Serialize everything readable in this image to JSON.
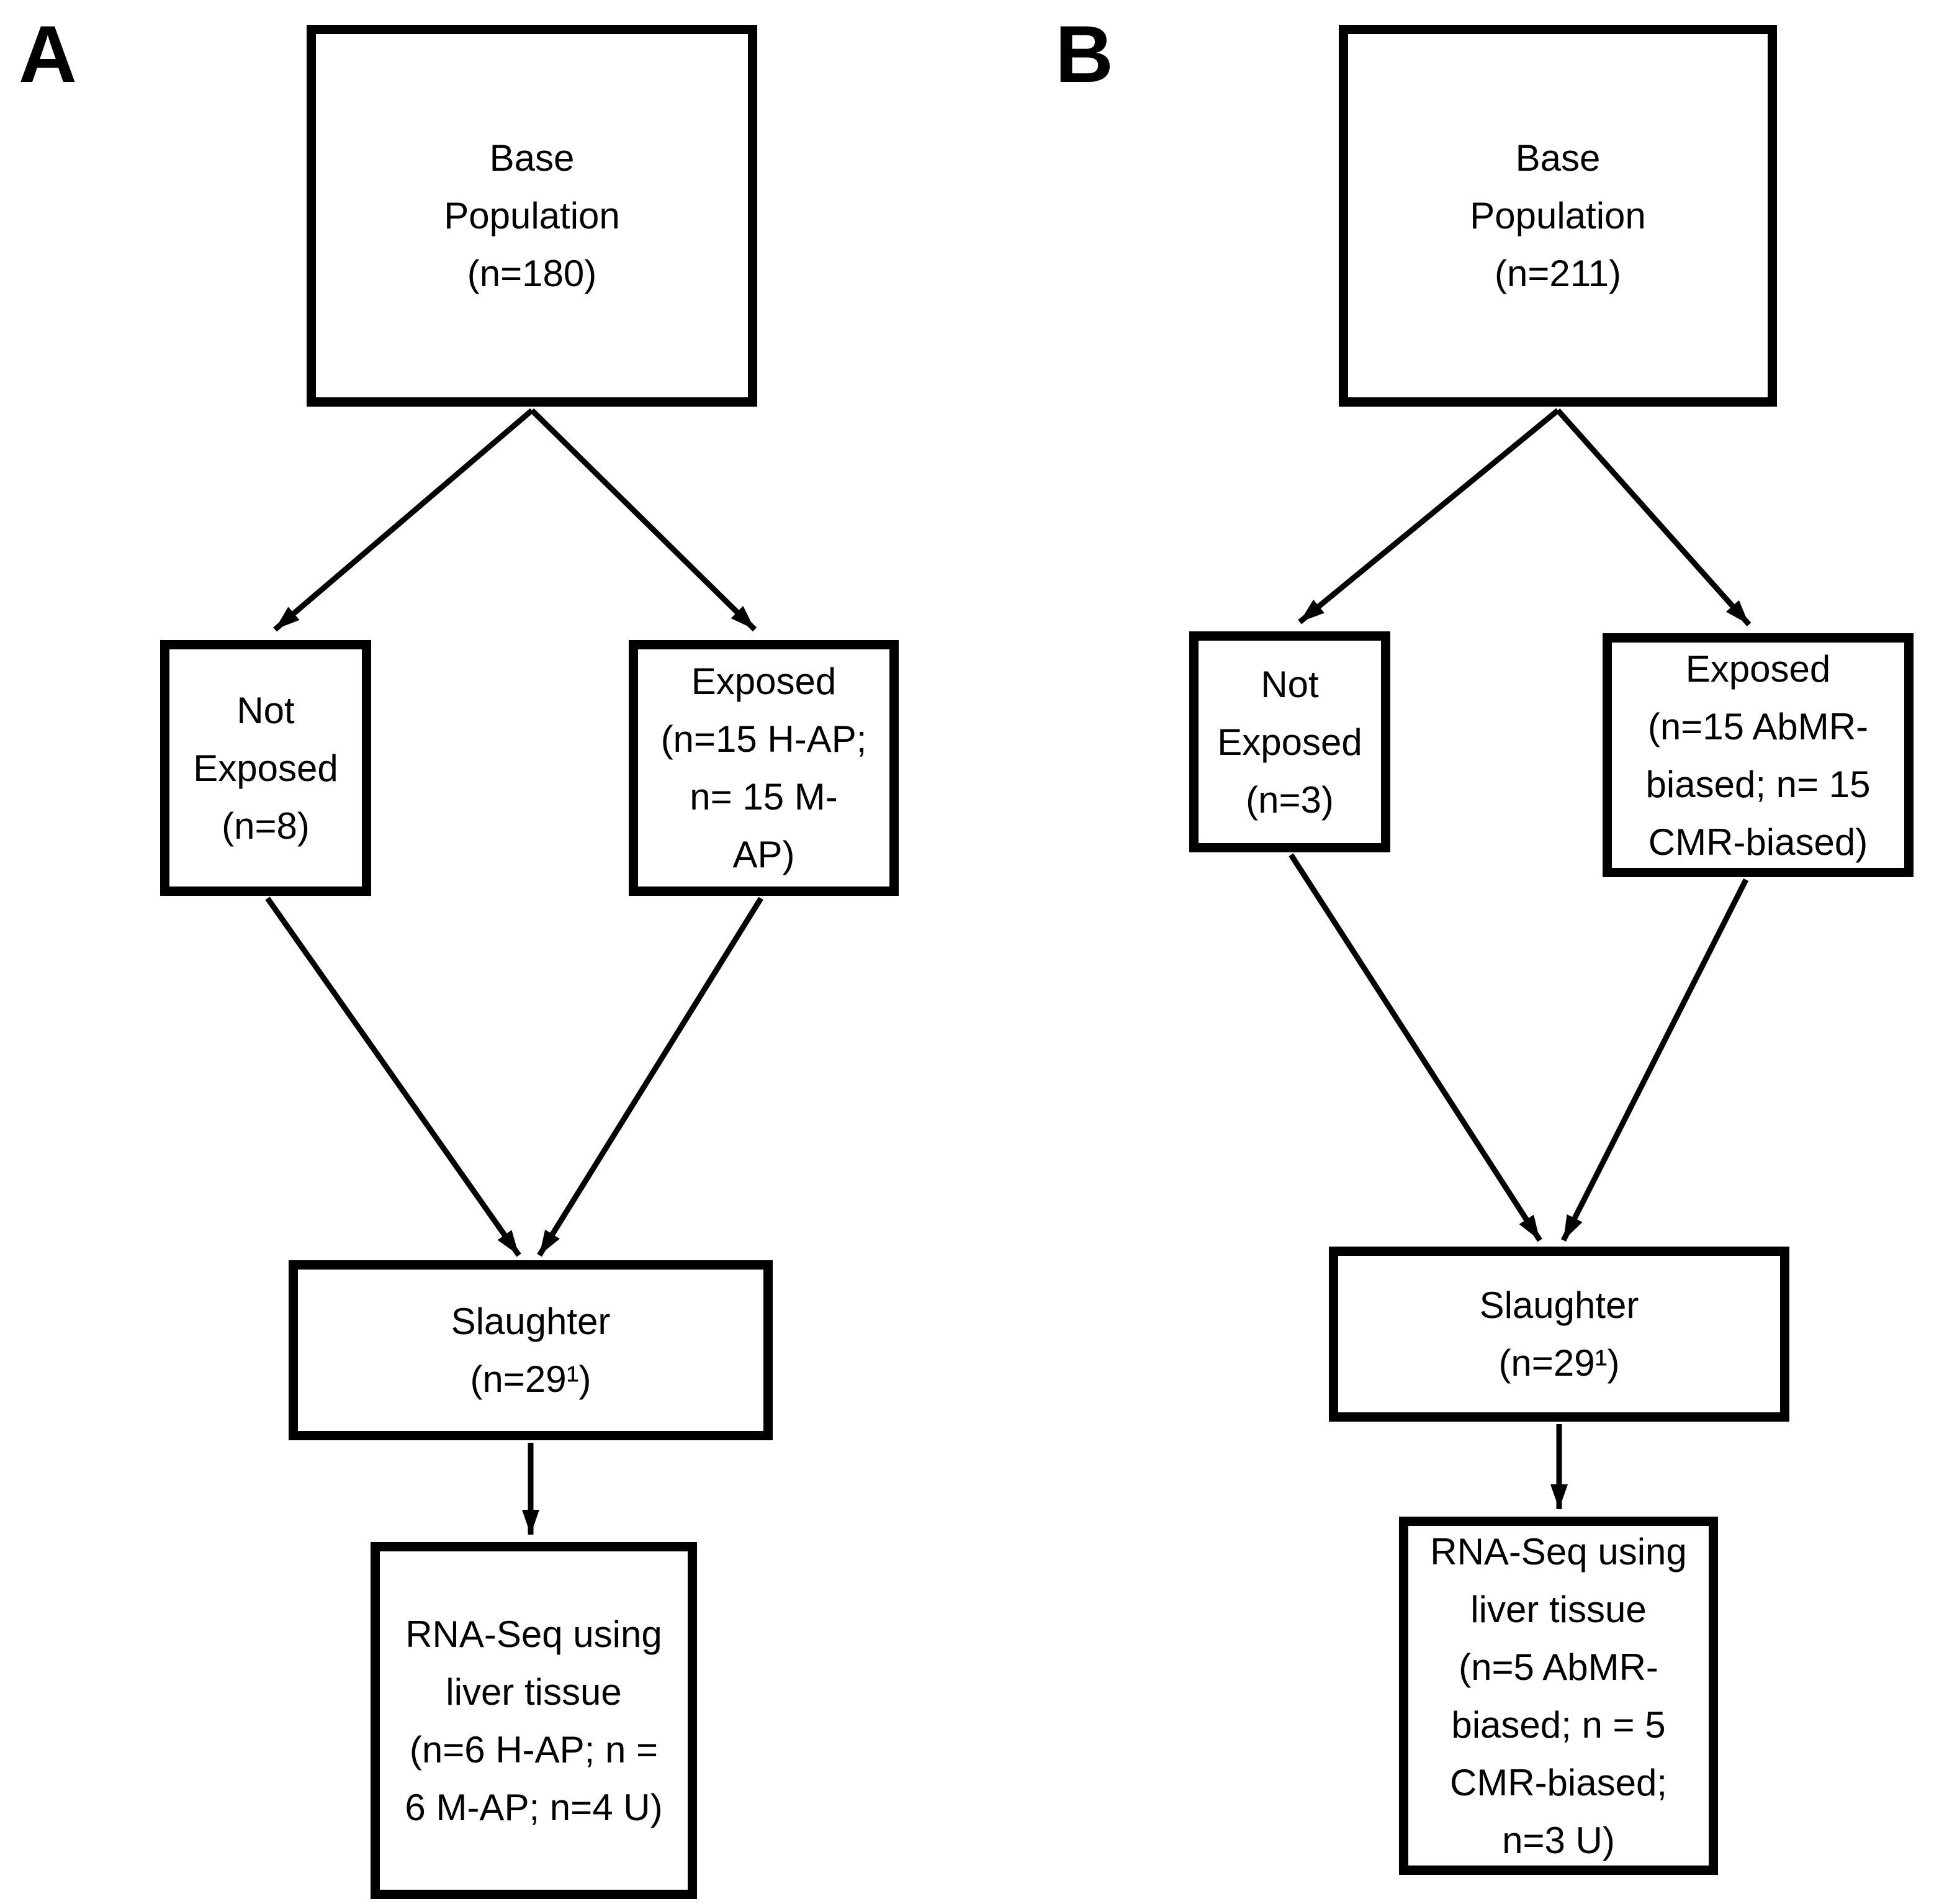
{
  "colors": {
    "ink": "#000000",
    "background": "#ffffff"
  },
  "panels": [
    {
      "label": "A",
      "nodes": {
        "base": "Base\nPopulation\n(n=180)",
        "not_exposed": "Not\nExposed\n(n=8)",
        "exposed": "Exposed\n(n=15 H-AP;\nn= 15 M-\nAP)",
        "slaughter": "Slaughter\n(n=29¹)",
        "rna_seq": "RNA-Seq using\nliver tissue\n(n=6 H-AP; n =\n6 M-AP; n=4 U)"
      }
    },
    {
      "label": "B",
      "nodes": {
        "base": "Base\nPopulation\n(n=211)",
        "not_exposed": "Not\nExposed\n(n=3)",
        "exposed": "Exposed\n(n=15 AbMR-\nbiased; n= 15\nCMR-biased)",
        "slaughter": "Slaughter\n(n=29¹)",
        "rna_seq": "RNA-Seq using\nliver tissue\n(n=5 AbMR-\nbiased; n = 5\nCMR-biased;\nn=3 U)"
      }
    }
  ]
}
